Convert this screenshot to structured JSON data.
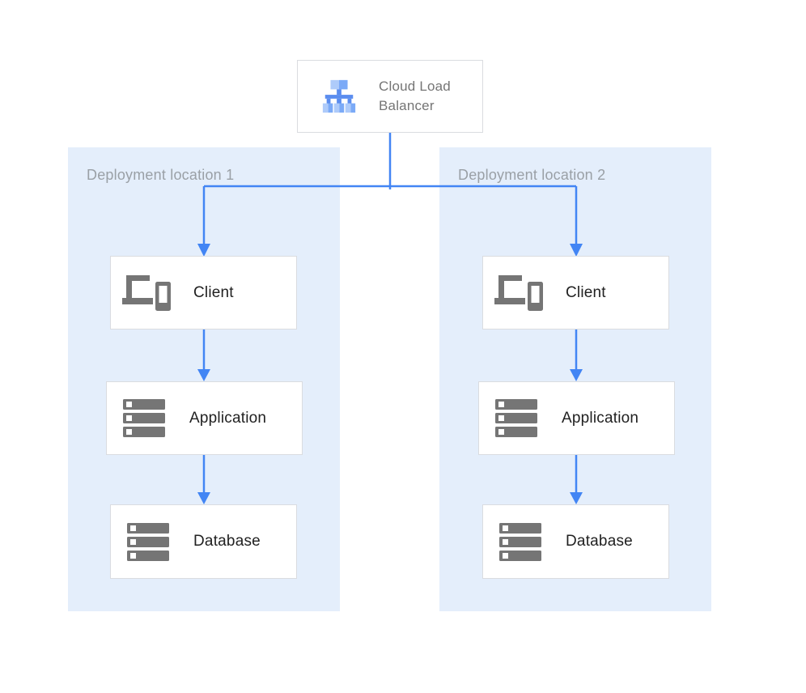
{
  "diagram": {
    "type": "cloud-architecture-diagram",
    "load_balancer": {
      "label": "Cloud Load Balancer",
      "icon": "cloud-load-balancer-icon"
    },
    "locations": [
      {
        "label": "Deployment location 1",
        "nodes": [
          {
            "label": "Client",
            "icon": "devices-icon"
          },
          {
            "label": "Application",
            "icon": "servers-icon"
          },
          {
            "label": "Database",
            "icon": "servers-icon"
          }
        ]
      },
      {
        "label": "Deployment location 2",
        "nodes": [
          {
            "label": "Client",
            "icon": "devices-icon"
          },
          {
            "label": "Application",
            "icon": "servers-icon"
          },
          {
            "label": "Database",
            "icon": "servers-icon"
          }
        ]
      }
    ],
    "edges": [
      "Cloud Load Balancer -> Client (Deployment location 1)",
      "Cloud Load Balancer -> Client (Deployment location 2)",
      "Client -> Application (Deployment location 1)",
      "Application -> Database (Deployment location 1)",
      "Client -> Application (Deployment location 2)",
      "Application -> Database (Deployment location 2)"
    ],
    "colors": {
      "connector_blue": "#4285f4",
      "panel_background": "#e4eefb",
      "node_background": "#ffffff",
      "node_border": "#dadce0",
      "icon_gray": "#757575",
      "node_label_text": "#212121",
      "panel_label_text": "#9aa0a6",
      "lb_label_text": "#757575",
      "lb_icon_light_blue": "#aecbfa",
      "lb_icon_mid_blue": "#7baaf7",
      "lb_icon_stem_blue": "#5b8def"
    }
  }
}
